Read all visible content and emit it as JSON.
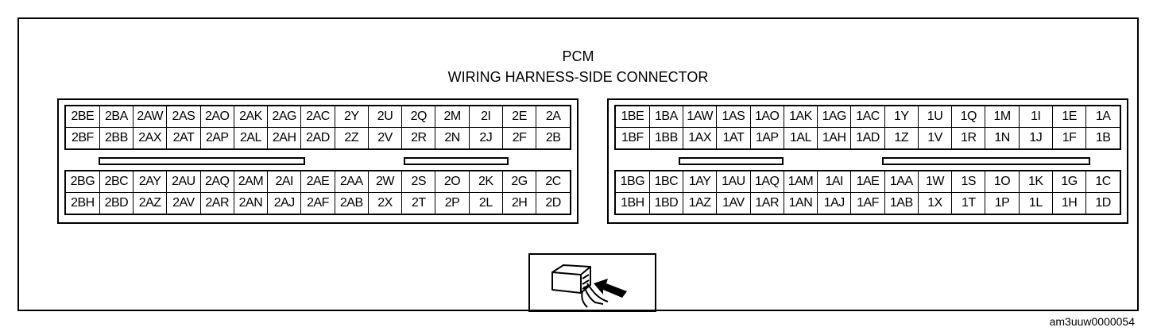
{
  "title": {
    "line1": "PCM",
    "line2": "WIRING HARNESS-SIDE CONNECTOR"
  },
  "connectors": [
    {
      "id": "2",
      "top_block": [
        [
          "2BE",
          "2BA",
          "2AW",
          "2AS",
          "2AO",
          "2AK",
          "2AG",
          "2AC",
          "2Y",
          "2U",
          "2Q",
          "2M",
          "2I",
          "2E",
          "2A"
        ],
        [
          "2BF",
          "2BB",
          "2AX",
          "2AT",
          "2AP",
          "2AL",
          "2AH",
          "2AD",
          "2Z",
          "2V",
          "2R",
          "2N",
          "2J",
          "2F",
          "2B"
        ]
      ],
      "bottom_block": [
        [
          "2BG",
          "2BC",
          "2AY",
          "2AU",
          "2AQ",
          "2AM",
          "2AI",
          "2AE",
          "2AA",
          "2W",
          "2S",
          "2O",
          "2K",
          "2G",
          "2C"
        ],
        [
          "2BH",
          "2BD",
          "2AZ",
          "2AV",
          "2AR",
          "2AN",
          "2AJ",
          "2AF",
          "2AB",
          "2X",
          "2T",
          "2P",
          "2L",
          "2H",
          "2D"
        ]
      ]
    },
    {
      "id": "1",
      "top_block": [
        [
          "1BE",
          "1BA",
          "1AW",
          "1AS",
          "1AO",
          "1AK",
          "1AG",
          "1AC",
          "1Y",
          "1U",
          "1Q",
          "1M",
          "1I",
          "1E",
          "1A"
        ],
        [
          "1BF",
          "1BB",
          "1AX",
          "1AT",
          "1AP",
          "1AL",
          "1AH",
          "1AD",
          "1Z",
          "1V",
          "1R",
          "1N",
          "1J",
          "1F",
          "1B"
        ]
      ],
      "bottom_block": [
        [
          "1BG",
          "1BC",
          "1AY",
          "1AU",
          "1AQ",
          "1AM",
          "1AI",
          "1AE",
          "1AA",
          "1W",
          "1S",
          "1O",
          "1K",
          "1G",
          "1C"
        ],
        [
          "1BH",
          "1BD",
          "1AZ",
          "1AV",
          "1AR",
          "1AN",
          "1AJ",
          "1AF",
          "1AB",
          "1X",
          "1T",
          "1P",
          "1L",
          "1H",
          "1D"
        ]
      ]
    }
  ],
  "view_icon": "connector-harness-side-view-icon",
  "image_code": "am3uuw0000054"
}
